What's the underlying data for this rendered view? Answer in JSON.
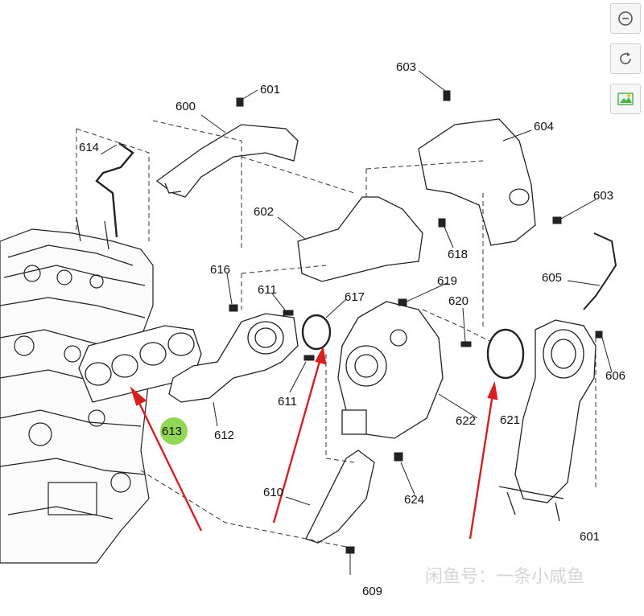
{
  "toolbar": {
    "zoom_out_icon": "zoom-out-icon",
    "rotate_icon": "rotate-icon",
    "image_icon": "image-icon"
  },
  "parts": {
    "p600": "600",
    "p601": "601",
    "p602": "602",
    "p603a": "603",
    "p603b": "603",
    "p604": "604",
    "p605": "605",
    "p606": "606",
    "p609": "609",
    "p610": "610",
    "p611a": "611",
    "p611b": "611",
    "p612": "612",
    "p613": "613",
    "p614": "614",
    "p616": "616",
    "p617": "617",
    "p618": "618",
    "p619": "619",
    "p620": "620",
    "p621": "621",
    "p622": "622",
    "p624": "624",
    "p601b": "601"
  },
  "watermark": "闲鱼号：一条小咸鱼",
  "colors": {
    "arrow": "#d62020",
    "highlight": "#7ecf3a",
    "line": "#222222"
  }
}
